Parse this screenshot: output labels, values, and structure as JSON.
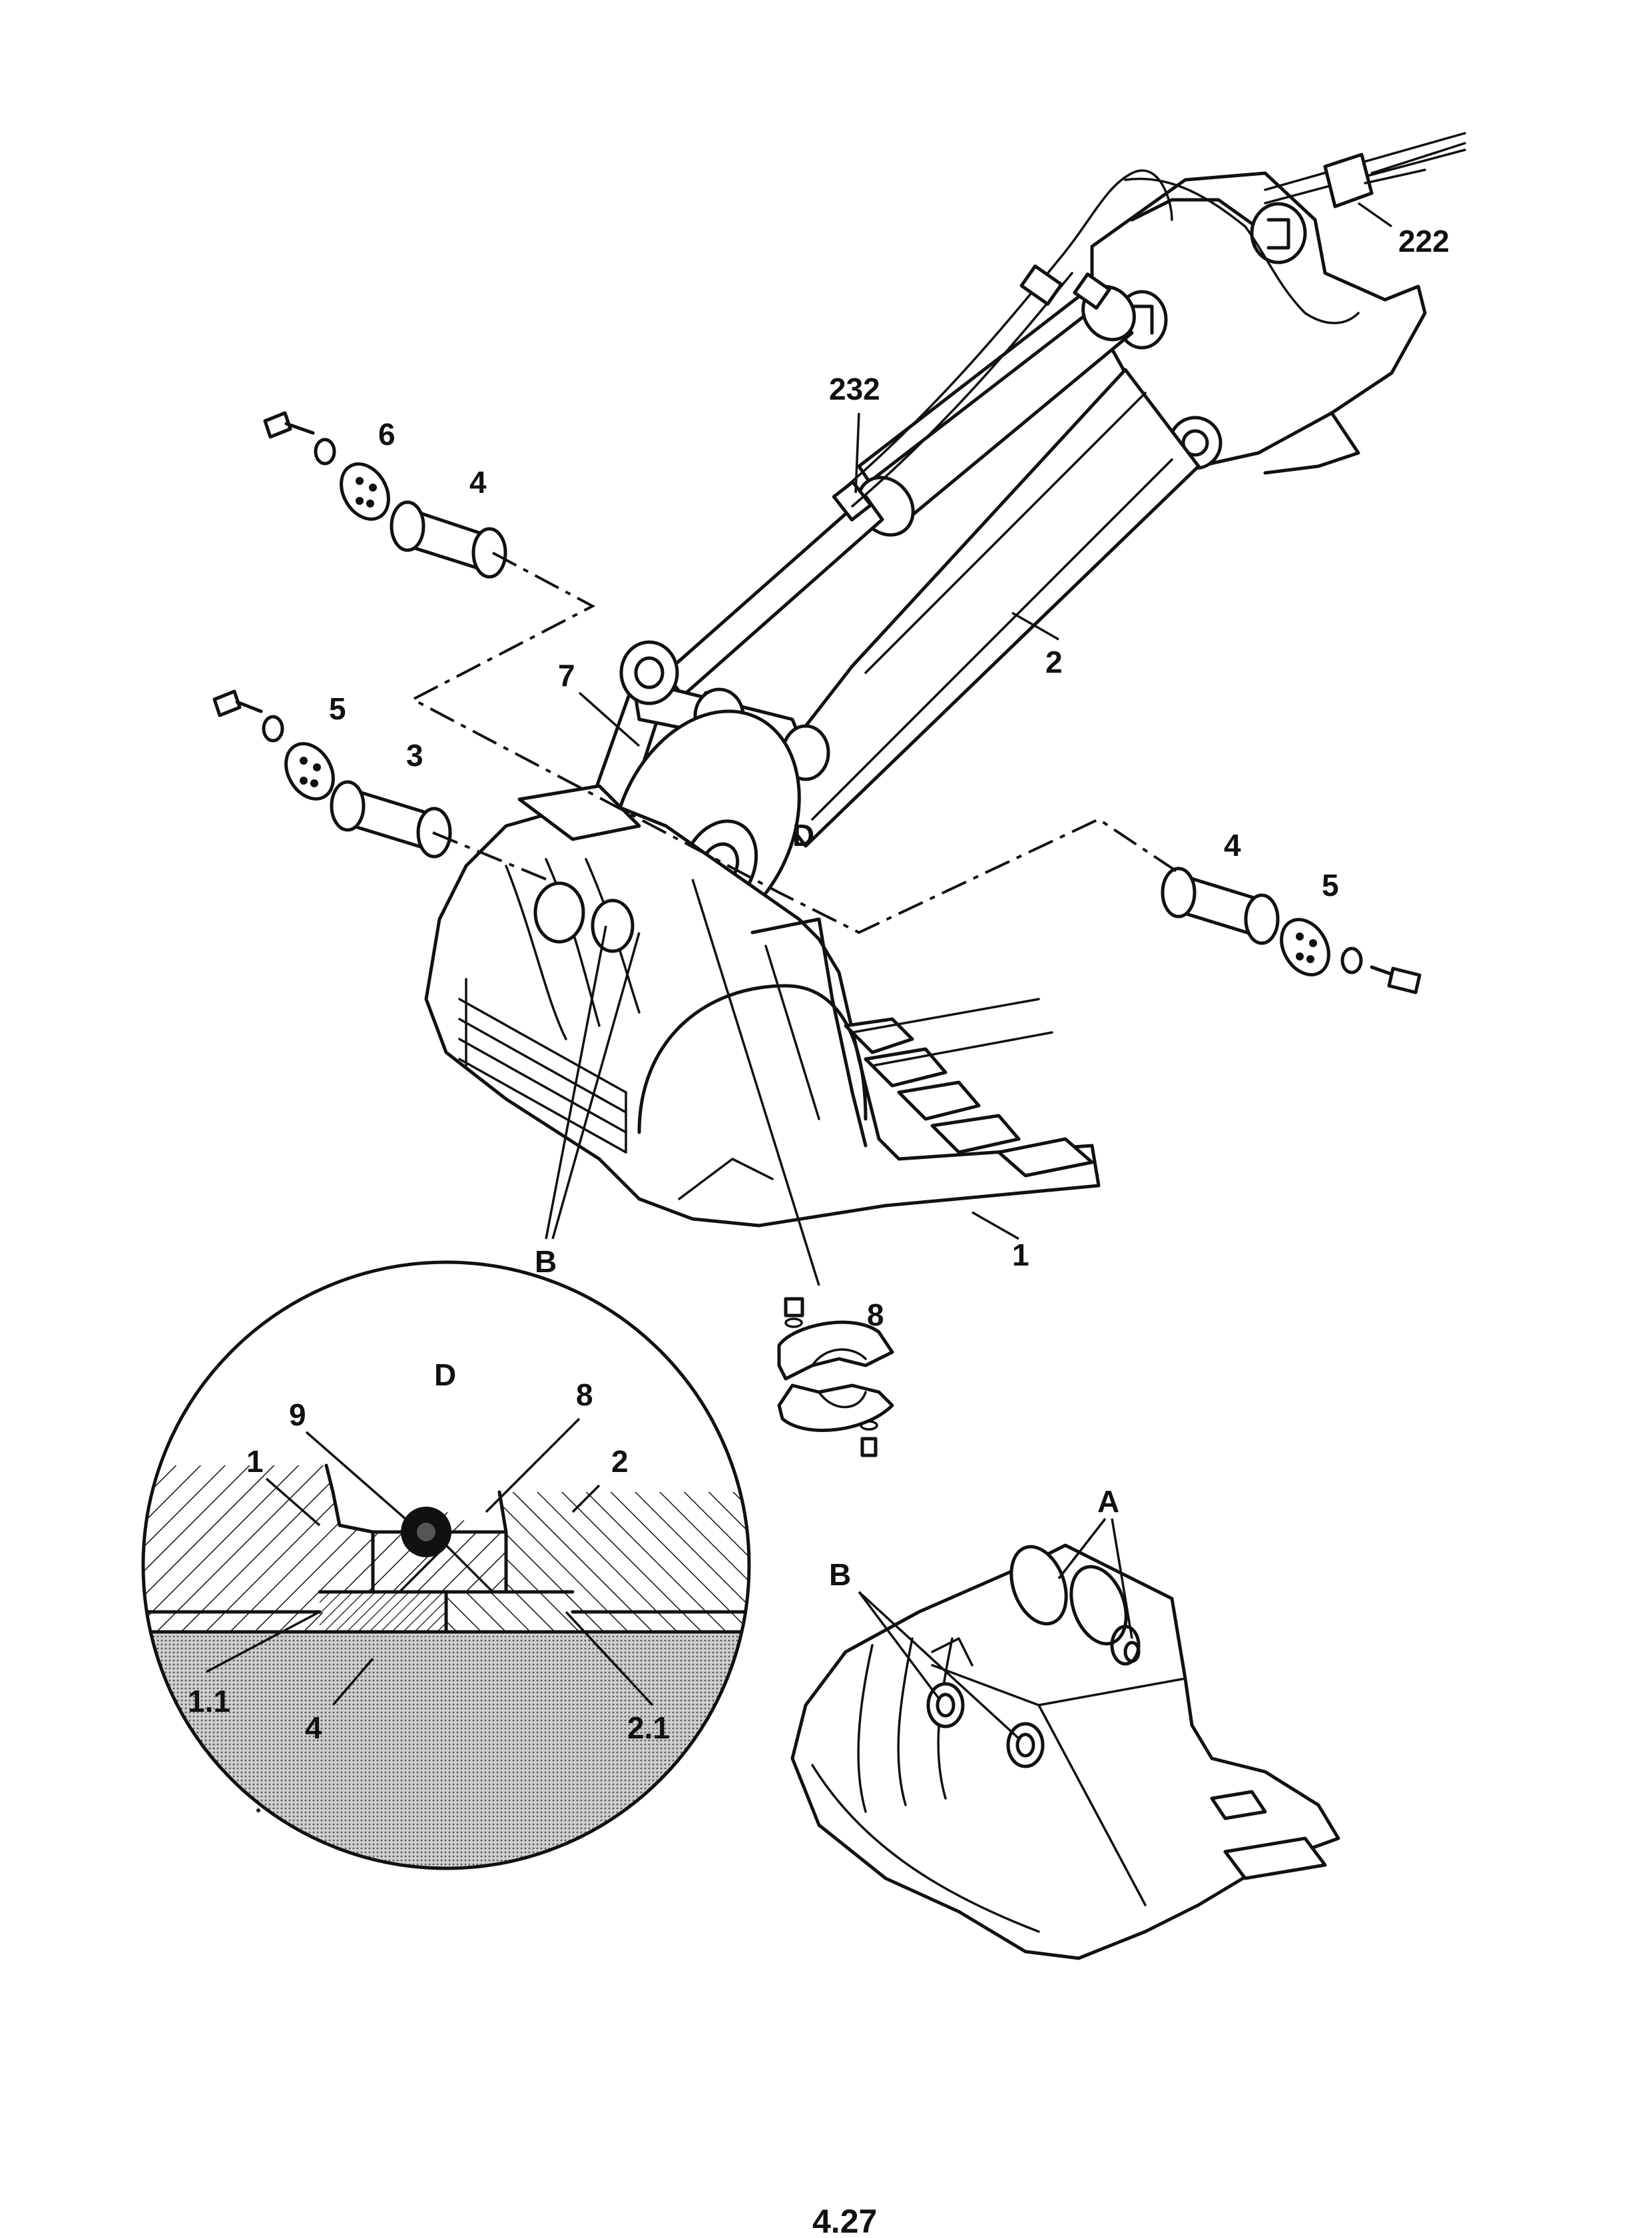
{
  "diagram": {
    "labels": {
      "l222": "222",
      "l232": "232",
      "l6": "6",
      "l4a": "4",
      "l2": "2",
      "l7": "7",
      "l5a": "5",
      "l3": "3",
      "lD": "D",
      "l4b": "4",
      "l5b": "5",
      "lB1": "B",
      "l1": "1",
      "l8": "8"
    },
    "detail_d": {
      "title": "D",
      "labels": {
        "d9": "9",
        "d8": "8",
        "d1": "1",
        "d2": "2",
        "d11": "1.1",
        "d4": "4",
        "d21": "2.1"
      }
    },
    "bucket_view": {
      "labels": {
        "vA": "A",
        "vB": "B"
      }
    },
    "page_number": "4.27"
  }
}
